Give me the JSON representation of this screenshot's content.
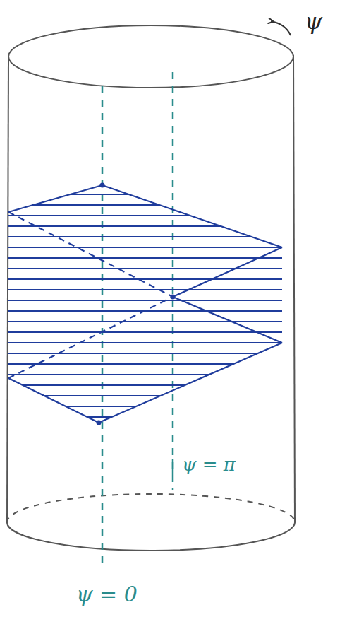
{
  "diagram": {
    "labels": [
      "ψ",
      "ψ = π",
      "ψ = 0"
    ]
  }
}
